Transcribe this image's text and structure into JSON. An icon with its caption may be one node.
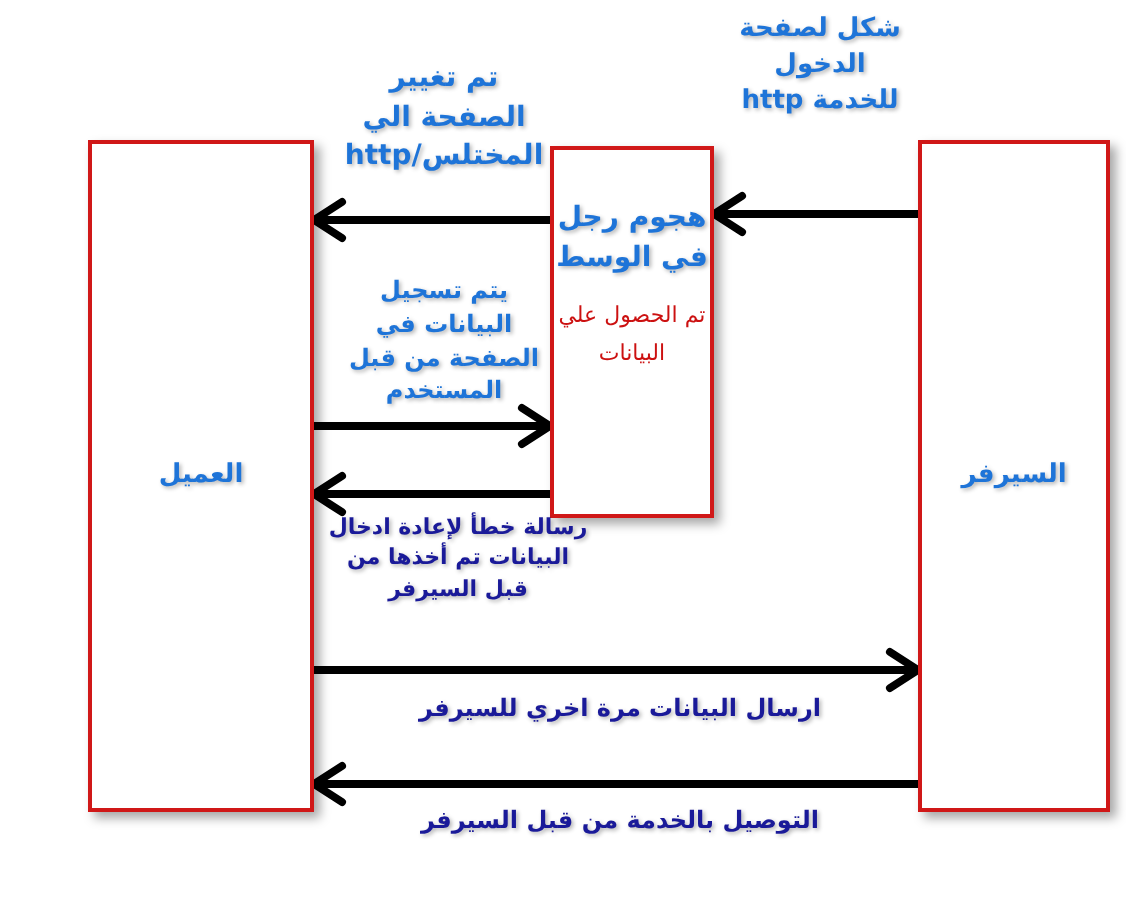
{
  "diagram": {
    "nodes": [
      {
        "text": [
          "العميل"
        ]
      },
      {
        "text": [
          "هجوم رجل في الوسط",
          "تم الحصول علي البيانات"
        ]
      },
      {
        "text": [
          "السيرفر"
        ]
      }
    ],
    "edges": [
      {
        "from": 2,
        "to": 1,
        "arrow": "to",
        "label": "شكل لصفحة الدخول للخدمة http"
      },
      {
        "from": 1,
        "to": 0,
        "arrow": "to",
        "label": "تم تغيير الصفحة الي المختلس/http"
      },
      {
        "from": 0,
        "to": 1,
        "arrow": "to",
        "label": "يتم تسجيل البيانات في الصفحة من قبل المستخدم"
      },
      {
        "from": 1,
        "to": 0,
        "arrow": "to",
        "label": "رسالة خطأ لإعادة ادخال البيانات تم أخذها من قبل السيرفر"
      },
      {
        "from": 0,
        "to": 2,
        "arrow": "to",
        "label": "ارسال البيانات مرة اخري للسيرفر"
      },
      {
        "from": 2,
        "to": 0,
        "arrow": "to",
        "label": "التوصيل بالخدمة من قبل السيرفر"
      }
    ]
  }
}
